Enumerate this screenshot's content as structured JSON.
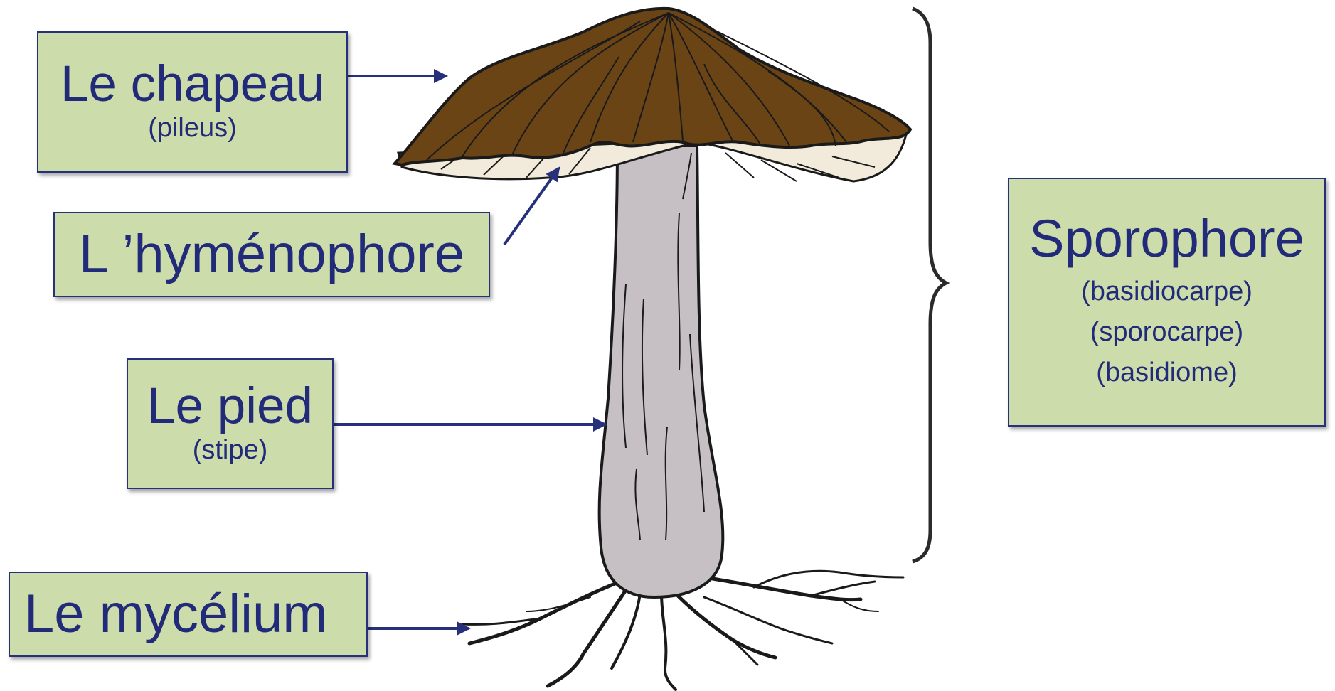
{
  "labels": {
    "chapeau": {
      "name": "Le chapeau",
      "synonym": "(pileus)"
    },
    "hymenophore": {
      "name": "L ’hyménophore"
    },
    "pied": {
      "name": "Le pied",
      "synonym": "(stipe)"
    },
    "mycelium": {
      "name": "Le mycélium"
    },
    "sporophore": {
      "name": "Sporophore",
      "synonyms": [
        "(basidiocarpe)",
        "(sporocarpe)",
        "(basidiome)"
      ]
    }
  },
  "colors": {
    "label_fill": "#cddcab",
    "label_text": "#222a7a",
    "arrow": "#27307a",
    "cap": "#6b4416",
    "gills": "#f2eadb",
    "stipe": "#c6bfc4",
    "outline": "#1a1a1a"
  }
}
